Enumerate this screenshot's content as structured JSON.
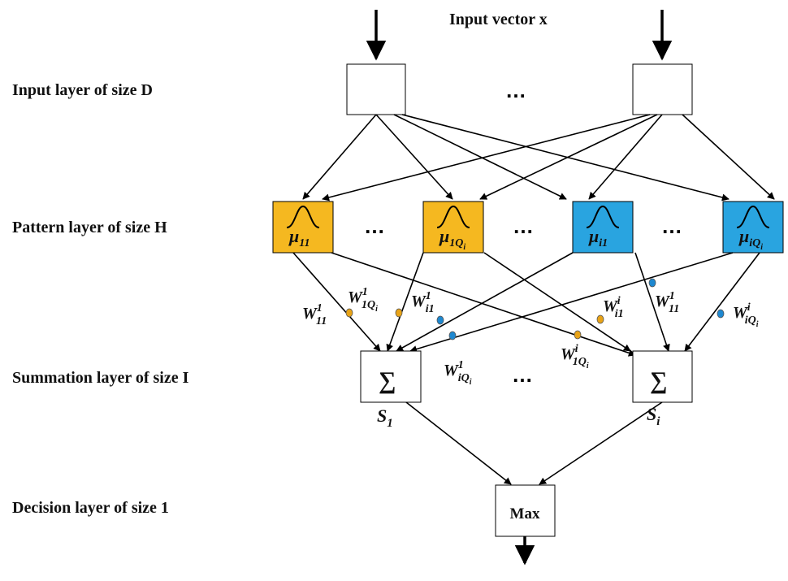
{
  "diagram": {
    "input_title": "Input vector  x",
    "layers": {
      "input": "Input layer of size D",
      "pattern": "Pattern layer of size H",
      "summation": "Summation  layer of size I",
      "decision": "Decision layer of size 1"
    },
    "ellipsis": "…",
    "pattern_nodes": [
      {
        "label": "μ",
        "sub": "11",
        "subsub": "",
        "color": "#F5B820"
      },
      {
        "label": "μ",
        "sub": "1Q",
        "subsub": "i",
        "color": "#F5B820"
      },
      {
        "label": "μ",
        "sub": "i1",
        "subsub": "",
        "color": "#29A4E0"
      },
      {
        "label": "μ",
        "sub": "iQ",
        "subsub": "i",
        "color": "#29A4E0"
      }
    ],
    "sum_symbol": "∑",
    "sum_nodes": [
      {
        "label": "S",
        "sub": "1"
      },
      {
        "label": "S",
        "sub": "i"
      }
    ],
    "decision_node": "Max",
    "weights": [
      {
        "base": "W",
        "sup": "1",
        "sub": "11",
        "subsub": "",
        "dot_color": "#E8A317"
      },
      {
        "base": "W",
        "sup": "1",
        "sub": "1Q",
        "subsub": "i",
        "dot_color": "#E8A317"
      },
      {
        "base": "W",
        "sup": "1",
        "sub": "i1",
        "subsub": "",
        "dot_color": "#1E88D0"
      },
      {
        "base": "W",
        "sup": "1",
        "sub": "iQ",
        "subsub": "i",
        "dot_color": "#1E88D0"
      },
      {
        "base": "W",
        "sup": "i",
        "sub": "1Q",
        "subsub": "i",
        "dot_color": "#E8A317"
      },
      {
        "base": "W",
        "sup": "i",
        "sub": "i1",
        "subsub": "",
        "dot_color": "#1E88D0"
      },
      {
        "base": "W",
        "sup": "1",
        "sub": "11",
        "subsub": "",
        "dot_color": "#E8A317"
      },
      {
        "base": "W",
        "sup": "i",
        "sub": "iQ",
        "subsub": "i",
        "dot_color": "#1E88D0"
      }
    ]
  }
}
